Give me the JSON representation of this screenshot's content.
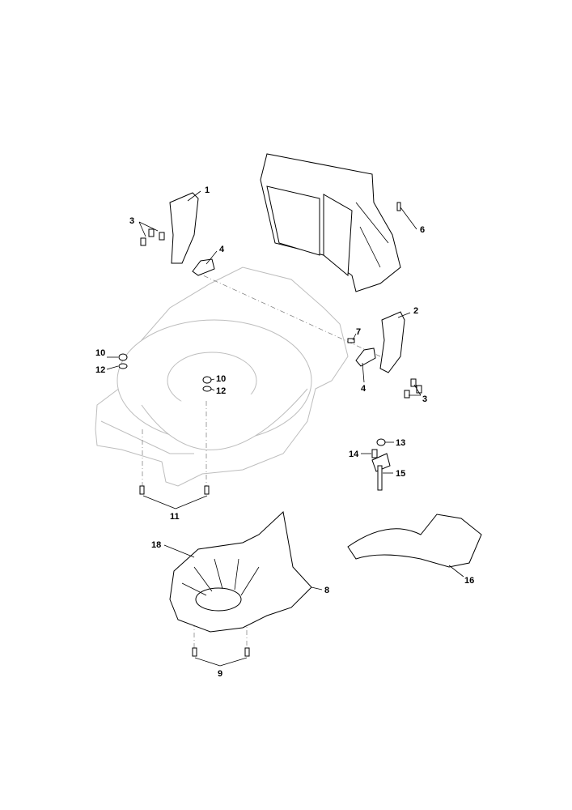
{
  "diagram": {
    "callouts": {
      "c1": "1",
      "c2": "2",
      "c3a": "3",
      "c3b": "3",
      "c4a": "4",
      "c4b": "4",
      "c6": "6",
      "c7": "7",
      "c8": "8",
      "c9": "9",
      "c10a": "10",
      "c10b": "10",
      "c11": "11",
      "c12a": "12",
      "c12b": "12",
      "c13": "13",
      "c14": "14",
      "c15": "15",
      "c16": "16",
      "c18": "18"
    }
  }
}
